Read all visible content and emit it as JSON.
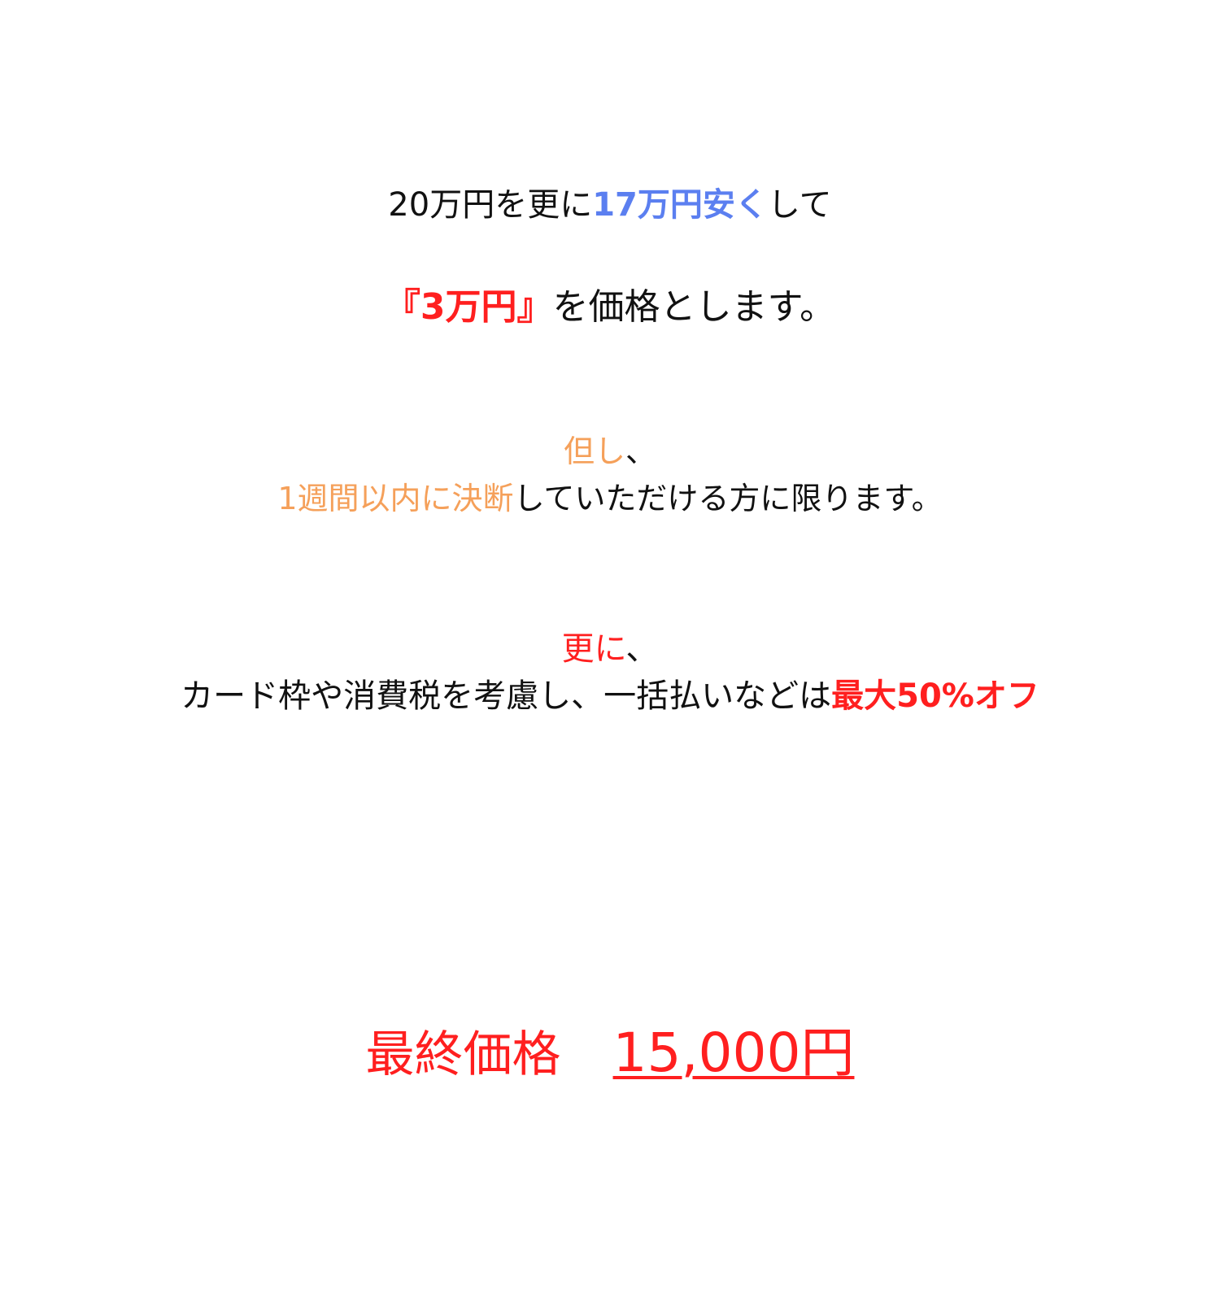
{
  "line1": {
    "prefix": "20万円を更に",
    "highlight": "17万円安く",
    "suffix": "して"
  },
  "line2": {
    "highlight": "『3万円』",
    "suffix": "を価格とします。"
  },
  "line3": {
    "heading_highlight": "但し",
    "heading_suffix": "、",
    "body_highlight": "1週間以内に決断",
    "body_suffix": "していただける方に限ります。"
  },
  "line4": {
    "heading_highlight": "更に",
    "heading_suffix": "、",
    "body_prefix": "カード枠や消費税を考慮し、一括払いなどは",
    "body_highlight": "最大50%オフ"
  },
  "final": {
    "label": "最終価格",
    "price": "15,000円"
  },
  "colors": {
    "blue_accent": "#5b7ff0",
    "red_accent": "#ff1f1f",
    "orange_accent": "#f5a05a",
    "text": "#111111"
  }
}
